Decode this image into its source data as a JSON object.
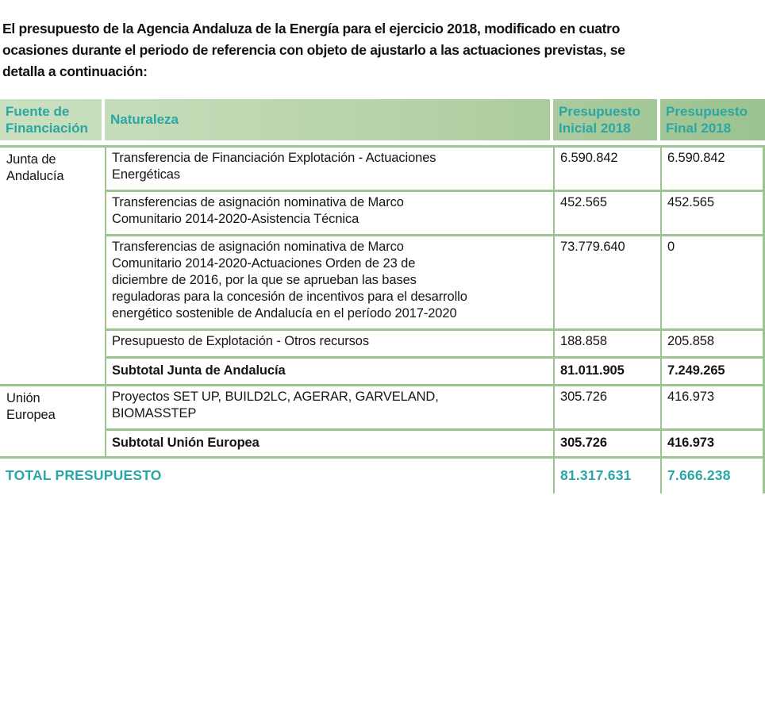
{
  "intro": "El presupuesto de la Agencia Andaluza de la Energía para el ejercicio 2018, modificado en cuatro\nocasiones durante el periodo de referencia con objeto de ajustarlo a las actuaciones previstas, se\ndetalla a continuación:",
  "table": {
    "headers": {
      "fuente": "Fuente de\nFinanciación",
      "naturaleza": "Naturaleza",
      "inicial": "Presupuesto\nInicial 2018",
      "final": "Presupuesto\nFinal 2018"
    },
    "groups": [
      {
        "source": "Junta de\nAndalucía",
        "rows": [
          {
            "naturaleza": "Transferencia de Financiación Explotación - Actuaciones\nEnergéticas",
            "inicial": "6.590.842",
            "final": "6.590.842"
          },
          {
            "naturaleza": "Transferencias de asignación nominativa de Marco\nComunitario 2014-2020-Asistencia Técnica",
            "inicial": "452.565",
            "final": "452.565"
          },
          {
            "naturaleza": "Transferencias de asignación nominativa de Marco\nComunitario 2014-2020-Actuaciones Orden de 23 de\ndiciembre de 2016, por la que se aprueban las bases\nreguladoras para la concesión de incentivos para el desarrollo\nenergético sostenible de Andalucía en el período 2017-2020",
            "inicial": "73.779.640",
            "final": "0"
          },
          {
            "naturaleza": "Presupuesto de Explotación - Otros recursos",
            "inicial": "188.858",
            "final": "205.858"
          }
        ],
        "subtotal": {
          "label": "Subtotal Junta de Andalucía",
          "inicial": "81.011.905",
          "final": "7.249.265"
        }
      },
      {
        "source": "Unión\nEuropea",
        "rows": [
          {
            "naturaleza": "Proyectos SET UP, BUILD2LC, AGERAR, GARVELAND,\nBIOMASSTEP",
            "inicial": "305.726",
            "final": "416.973"
          }
        ],
        "subtotal": {
          "label": "Subtotal Unión Europea",
          "inicial": "305.726",
          "final": "416.973"
        }
      }
    ],
    "total": {
      "label": "TOTAL PRESUPUESTO",
      "inicial": "81.317.631",
      "final": "7.666.238"
    }
  },
  "colors": {
    "header_text_teal": "#2ba6a6",
    "grid_green": "#9cc490",
    "header_bg_gradient_left": "#cbe0c0",
    "header_bg_gradient_right": "#9bc28f",
    "body_text": "#151515"
  }
}
